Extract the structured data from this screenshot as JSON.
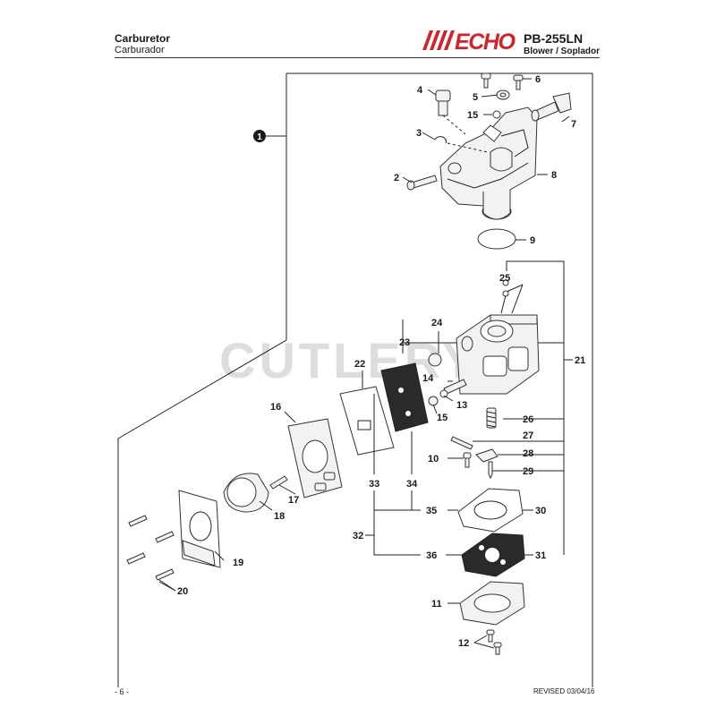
{
  "header": {
    "title": "Carburetor",
    "subtitle": "Carburador",
    "brand": "ECHO",
    "model": "PB-255LN",
    "model_subtitle": "Blower / Soplador"
  },
  "watermark": "CUTLERY",
  "assembly_marker": "1",
  "callouts": {
    "c2": "2",
    "c3": "3",
    "c4": "4",
    "c5": "5",
    "c6": "6",
    "c7": "7",
    "c8": "8",
    "c9": "9",
    "c10": "10",
    "c11": "11",
    "c12": "12",
    "c13": "13",
    "c14": "14",
    "c15a": "15",
    "c15b": "15",
    "c16": "16",
    "c17": "17",
    "c18": "18",
    "c19": "19",
    "c20": "20",
    "c21": "21",
    "c22": "22",
    "c23": "23",
    "c24": "24",
    "c25": "25",
    "c26": "26",
    "c27": "27",
    "c28": "28",
    "c29": "29",
    "c30": "30",
    "c31": "31",
    "c32": "32",
    "c33": "33",
    "c34": "34",
    "c35": "35",
    "c36": "36"
  },
  "footer": {
    "page": "- 6 -",
    "revised": "REVISED 03/04/16"
  },
  "colors": {
    "brand_red": "#d2232a",
    "ink": "#1a1a1a"
  }
}
